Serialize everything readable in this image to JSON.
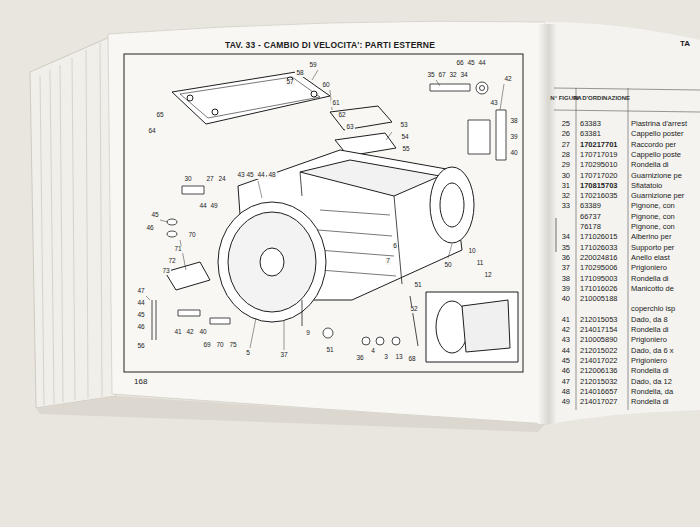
{
  "diagram": {
    "title": "TAV. 33 - CAMBIO DI VELOCITA': PARTI ESTERNE",
    "labels": [
      "168",
      "59",
      "58",
      "57",
      "60",
      "61",
      "62",
      "63",
      "53",
      "54",
      "55",
      "35",
      "67",
      "32",
      "34",
      "66",
      "45",
      "44",
      "42",
      "43",
      "38",
      "39",
      "40",
      "48",
      "43",
      "45",
      "44",
      "44",
      "49",
      "45",
      "46",
      "70",
      "71",
      "72",
      "73",
      "47",
      "44",
      "45",
      "46",
      "56",
      "41",
      "42",
      "40",
      "69",
      "70",
      "75",
      "5",
      "37",
      "9",
      "51",
      "36",
      "4",
      "3",
      "13",
      "68",
      "52",
      "51",
      "50",
      "6",
      "7",
      "10",
      "11",
      "12",
      "30",
      "24",
      "27",
      "65",
      "64",
      "TA",
      "N° FIGURA",
      "N° D'ORDINAZIONE",
      "25",
      "63383",
      "Piastrina d'arrest",
      "26",
      "63381",
      "Cappello poster",
      "27",
      "170217701",
      "Raccordo per",
      "28",
      "170717019",
      "Cappello poste",
      "29",
      "170295010",
      "Rondella di",
      "30",
      "170717020",
      "Guarnizione pe",
      "31",
      "170815703",
      "Sfiatatoio",
      "32",
      "170216035",
      "Guarnizione per",
      "33",
      "63389",
      "Pignone, con",
      "66737",
      "Pignone, con",
      "76178",
      "Pignone, con",
      "34",
      "171026015",
      "Alberino per",
      "35",
      "171026033",
      "Supporto per",
      "36",
      "220024816",
      "Anello elast",
      "37",
      "170295006",
      "Prigioniero",
      "38",
      "171095003",
      "Rondella di",
      "39",
      "171016026",
      "Manicotto de",
      "40",
      "210005188",
      "coperchio isp",
      "41",
      "212015053",
      "Dado, da 8",
      "42",
      "214017154",
      "Rondella di",
      "43",
      "210005890",
      "Prigioniero",
      "44",
      "212015022",
      "Dado, da 6 x",
      "45",
      "214017022",
      "Prigioniero",
      "46",
      "212006136",
      "Rondella di",
      "47",
      "212015032",
      "Dado, da 12",
      "48",
      "214016657",
      "Rondella, da",
      "49",
      "214017027",
      "Rondella di"
    ]
  }
}
